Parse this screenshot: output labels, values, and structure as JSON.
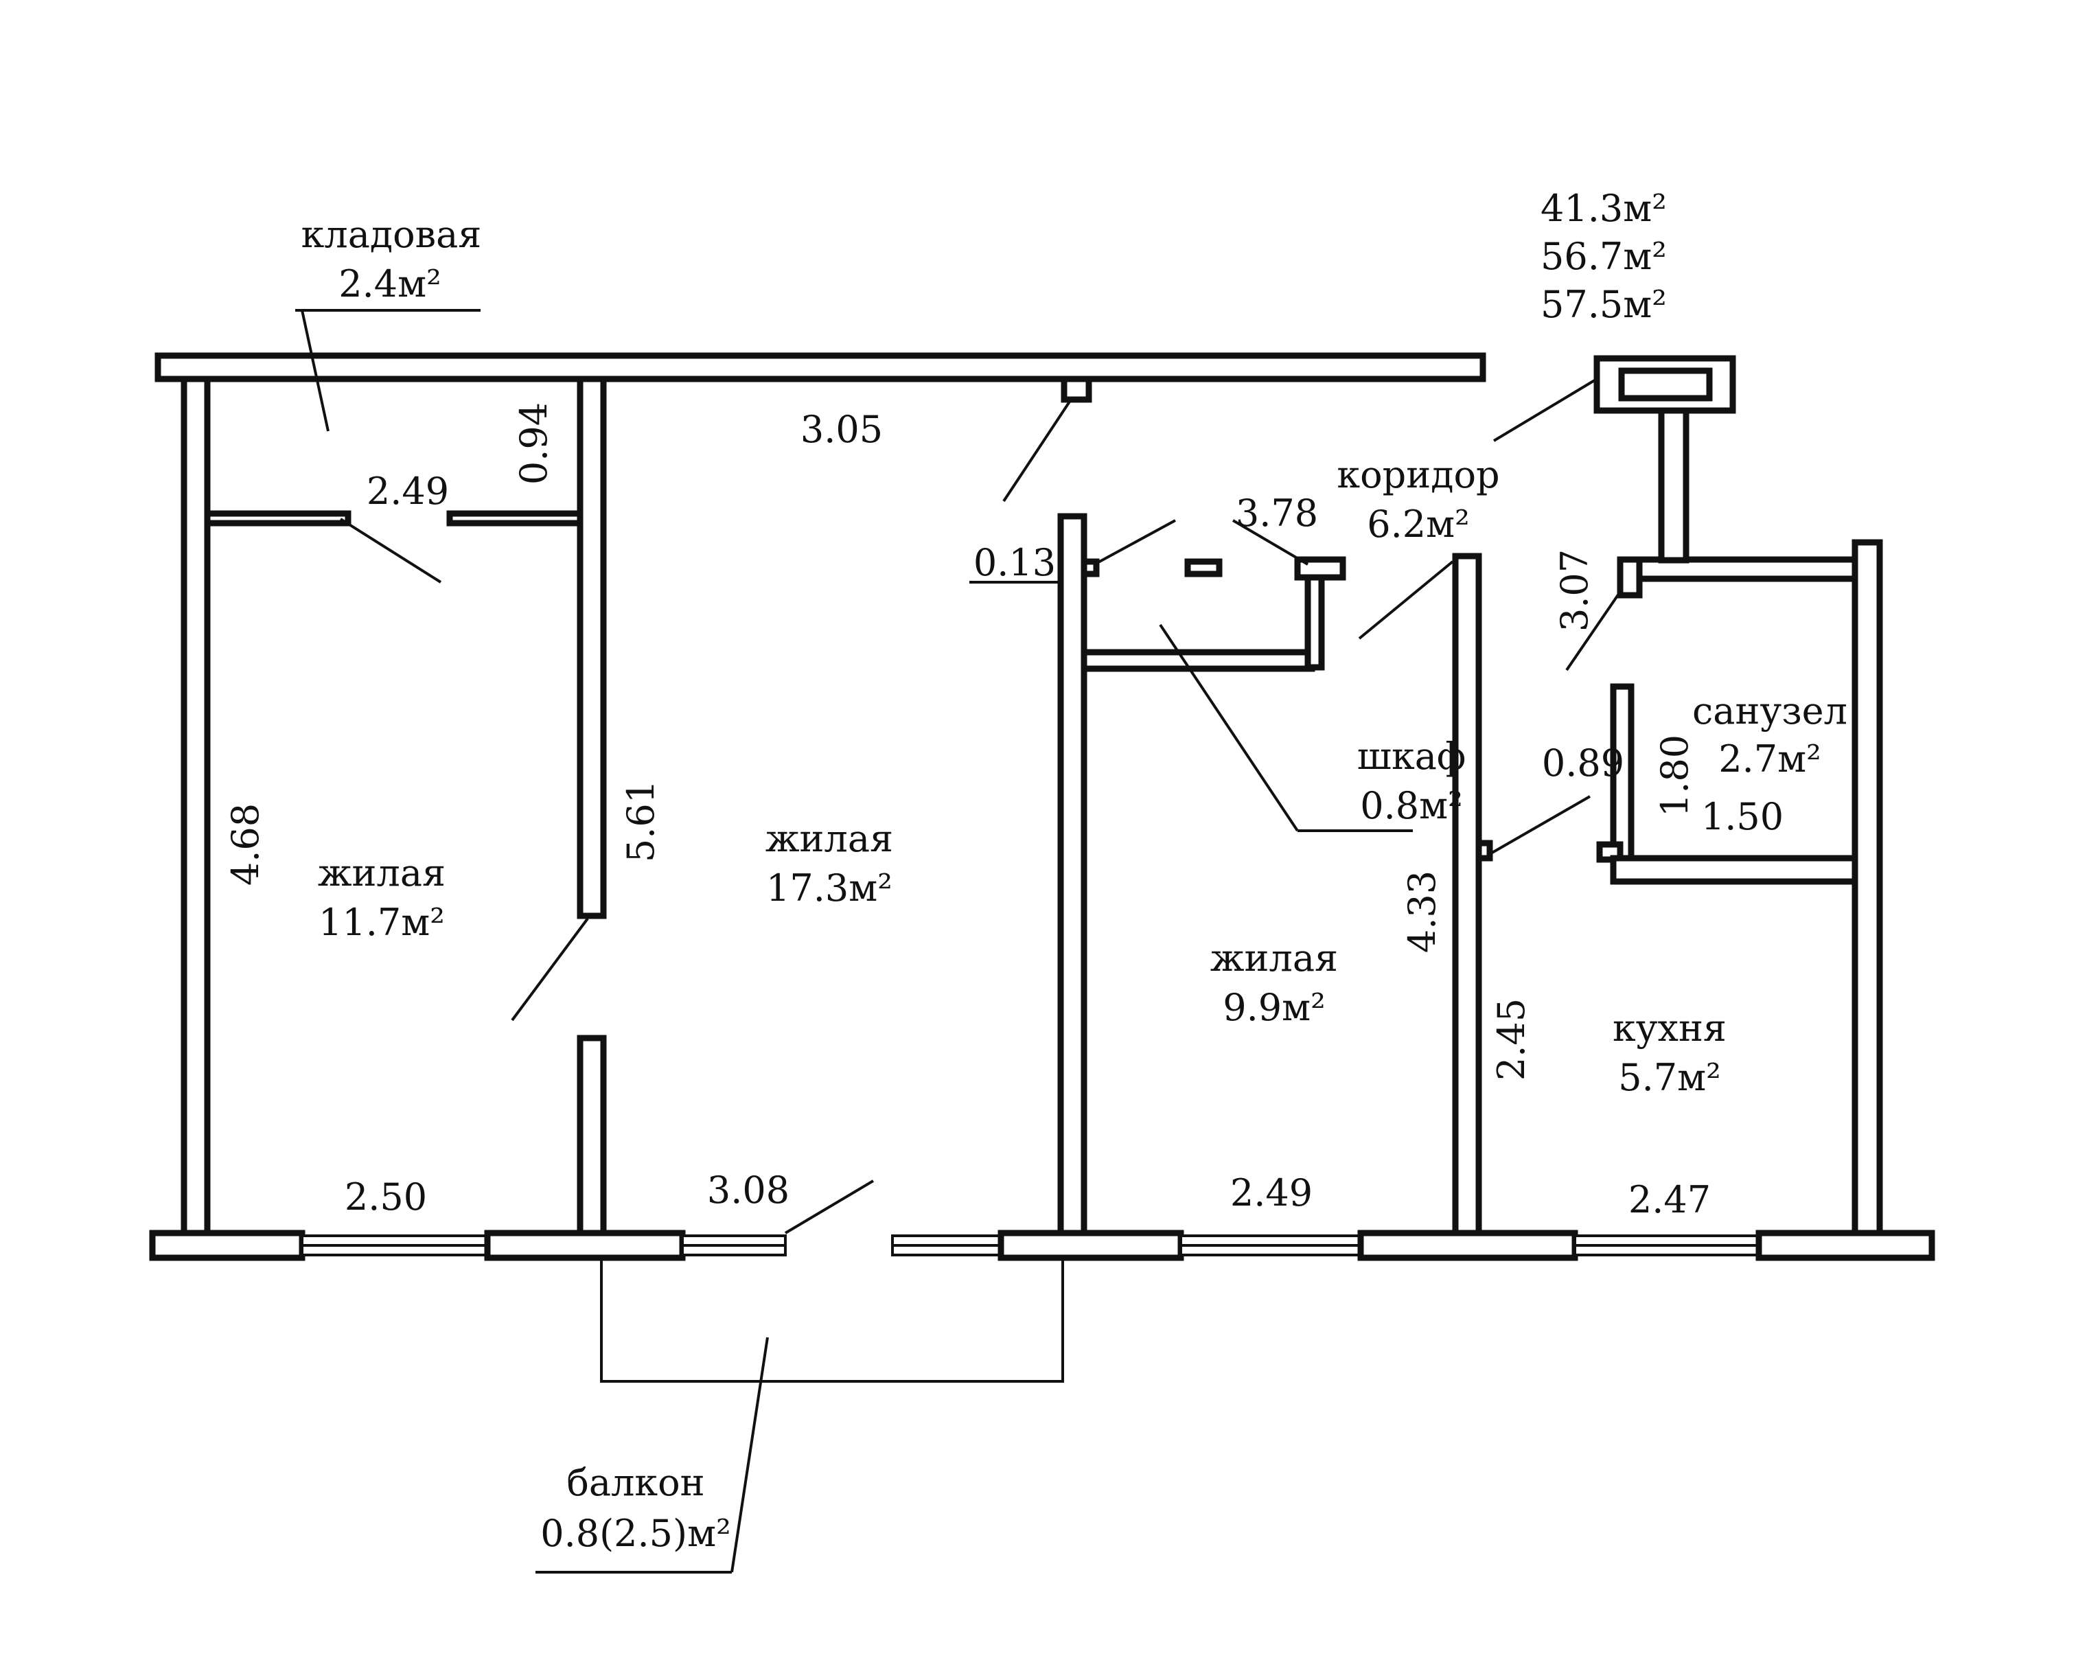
{
  "rooms": {
    "storage": {
      "name": "кладовая",
      "area": "2.4м²"
    },
    "living1": {
      "name": "жилая",
      "area": "11.7м²"
    },
    "living2": {
      "name": "жилая",
      "area": "17.3м²"
    },
    "living3": {
      "name": "жилая",
      "area": "9.9м²"
    },
    "corridor": {
      "name": "коридор",
      "area": "6.2м²"
    },
    "closet": {
      "name": "шкаф",
      "area": "0.8м²"
    },
    "bathroom": {
      "name": "санузел",
      "area": "2.7м²"
    },
    "kitchen": {
      "name": "кухня",
      "area": "5.7м²"
    },
    "balcony": {
      "name": "балкон",
      "area": "0.8(2.5)м²"
    }
  },
  "totals": [
    "41.3м²",
    "56.7м²",
    "57.5м²"
  ],
  "dimensions": {
    "d_305": "3.05",
    "d_094": "0.94",
    "d_249_top": "2.49",
    "d_013": "0.13",
    "d_378": "3.78",
    "d_307": "3.07",
    "d_089": "0.89",
    "d_180": "1.80",
    "d_150": "1.50",
    "d_468": "4.68",
    "d_561": "5.61",
    "d_433": "4.33",
    "d_245": "2.45",
    "d_250": "2.50",
    "d_308": "3.08",
    "d_249_bottom": "2.49",
    "d_247": "2.47"
  }
}
